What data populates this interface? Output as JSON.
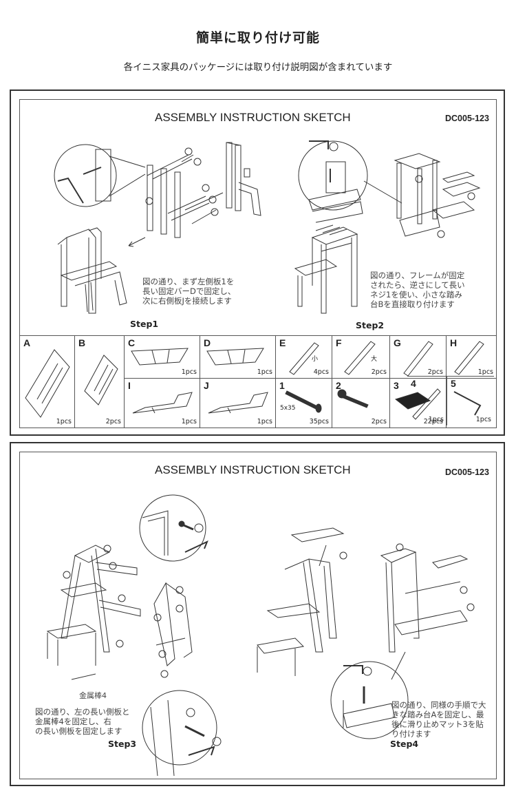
{
  "page": {
    "title": "簡単に取り付け可能",
    "subtitle": "各イニス家具のパッケージには取り付け説明図が含まれています"
  },
  "sheet1": {
    "heading": "ASSEMBLY INSTRUCTION SKETCH",
    "code": "DC005-123",
    "step1": {
      "label": "Step1",
      "note": [
        "図の通り、まず左側板1を",
        "長い固定バーDで固定し、",
        "次に右側板Jを接続します"
      ]
    },
    "step2": {
      "label": "Step2",
      "note": [
        "図の通り、フレームが固定",
        "されたら、逆さにして長い",
        "ネジ1を使い、小さな踏み",
        "台Bを直接取り付けます"
      ]
    },
    "parts_top": [
      {
        "letter": "A",
        "qty": "1pcs"
      },
      {
        "letter": "B",
        "qty": "2pcs"
      },
      {
        "letter": "C",
        "qty": "1pcs"
      },
      {
        "letter": "D",
        "qty": "1pcs"
      },
      {
        "letter": "E",
        "qty": "4pcs",
        "extra": "小"
      },
      {
        "letter": "F",
        "qty": "2pcs",
        "extra": "大"
      },
      {
        "letter": "G",
        "qty": "2pcs"
      },
      {
        "letter": "H",
        "qty": "1pcs"
      }
    ],
    "parts_bottom": [
      {
        "letter": "I",
        "qty": "1pcs"
      },
      {
        "letter": "J",
        "qty": "1pcs"
      },
      {
        "letter": "1",
        "qty": "35pcs",
        "extra": "5x35"
      },
      {
        "letter": "2",
        "qty": "2pcs"
      },
      {
        "letter": "3",
        "qty": "22pcs"
      },
      {
        "letter": "4",
        "qty": "1pcs"
      },
      {
        "letter": "5",
        "qty": "1pcs"
      }
    ]
  },
  "sheet2": {
    "heading": "ASSEMBLY INSTRUCTION SKETCH",
    "code": "DC005-123",
    "label_metal": "金属棒4",
    "step3": {
      "label": "Step3",
      "note": [
        "図の通り、左の長い側板と",
        "金属棒4を固定し、右",
        "の長い側板を固定します"
      ]
    },
    "step4": {
      "label": "Step4",
      "note": [
        "図の通り、同様の手順で大",
        "きな踏み台Aを固定し、最",
        "後に滑り止めマット3を貼",
        "り付けます"
      ]
    }
  },
  "colors": {
    "line": "#333333",
    "border": "#333333",
    "text": "#222222"
  }
}
